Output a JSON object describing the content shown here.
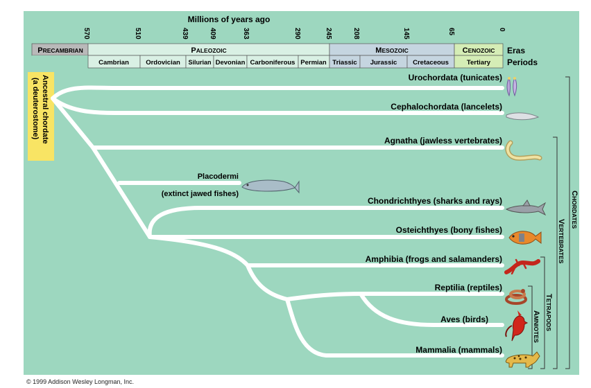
{
  "timeline": {
    "title": "Millions of years ago",
    "ticks": [
      "570",
      "510",
      "439",
      "409",
      "363",
      "290",
      "245",
      "208",
      "145",
      "65",
      "0"
    ],
    "eras_label": "Eras",
    "periods_label": "Periods",
    "eras": [
      {
        "first": "P",
        "rest": "RECAMBRIAN"
      },
      {
        "first": "P",
        "rest": "ALEOZOIC"
      },
      {
        "first": "M",
        "rest": "ESOZOIC"
      },
      {
        "first": "C",
        "rest": "ENOZOIC"
      }
    ],
    "periods": [
      "Cambrian",
      "Ordovician",
      "Silurian",
      "Devonian",
      "Carboniferous",
      "Permian",
      "Triassic",
      "Jurassic",
      "Cretaceous",
      "Tertiary"
    ]
  },
  "ancestor": {
    "line1": "Ancestral chordate",
    "line2": "(a deuterostome)"
  },
  "taxa": [
    "Urochordata (tunicates)",
    "Cephalochordata (lancelets)",
    "Agnatha (jawless vertebrates)",
    "Chondrichthyes (sharks and rays)",
    "Osteichthyes (bony fishes)",
    "Amphibia (frogs and salamanders)",
    "Reptilia (reptiles)",
    "Aves (birds)",
    "Mammalia (mammals)"
  ],
  "extinct": {
    "name": "Placodermi",
    "note": "(extinct jawed fishes)"
  },
  "groups": [
    {
      "first": "C",
      "rest": "HORDATES"
    },
    {
      "first": "V",
      "rest": "ERTEBRATES"
    },
    {
      "first": "T",
      "rest": "ETRAPODS"
    },
    {
      "first": "A",
      "rest": "MNIOTES"
    }
  ],
  "icons": [
    "tunicate-icon",
    "lancelet-icon",
    "lamprey-icon",
    "placoderm-icon",
    "shark-icon",
    "bony-fish-icon",
    "salamander-icon",
    "snake-icon",
    "cardinal-bird-icon",
    "leopard-icon"
  ],
  "colors": {
    "background": "#9dd7bf",
    "branch": "#ffffff",
    "paleozoic": "#d9f0e4",
    "mesozoic": "#c5d5e0",
    "cenozoic": "#d5edb6",
    "precambrian": "#b9b9b9",
    "ancestor_box": "#f8e464"
  },
  "copyright": "© 1999 Addison Wesley Longman, Inc."
}
